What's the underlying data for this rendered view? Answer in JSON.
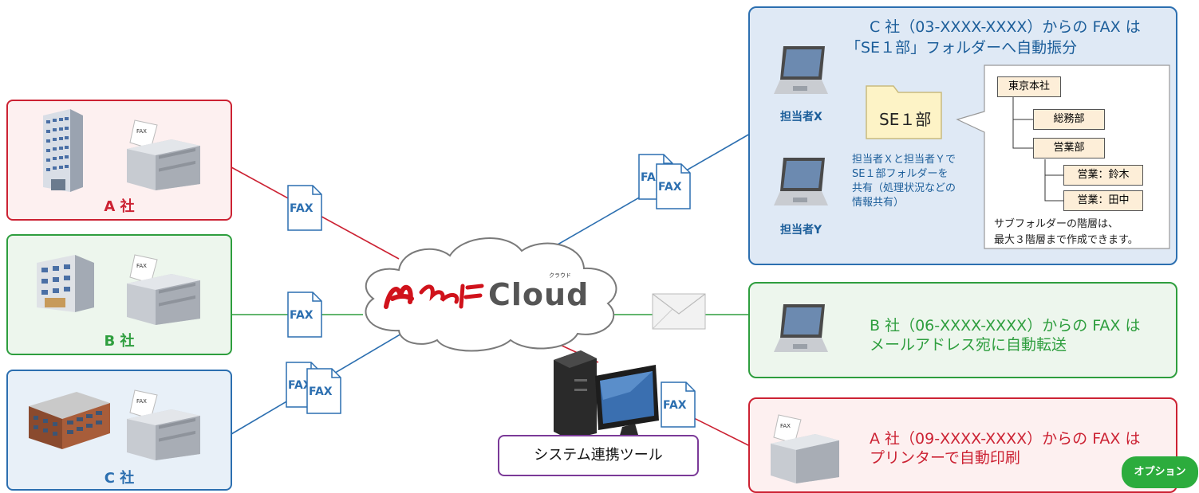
{
  "companies": {
    "a": {
      "label": "A 社"
    },
    "b": {
      "label": "B 社"
    },
    "c": {
      "label": "C 社"
    }
  },
  "fax_icon_label": "FAX",
  "cloud": {
    "brand_cloud": "Cloud",
    "brand_kana": "クラウド"
  },
  "system_tool": {
    "label": "システム連携ツール"
  },
  "c_dest": {
    "line1": "C 社（03-XXXX-XXXX）からの FAX は",
    "line2": "「SE１部」フォルダーへ自動振分",
    "person_x": "担当者X",
    "person_y": "担当者Y",
    "folder_label": "SE１部",
    "share_note": [
      "担当者Ｘと担当者Ｙで",
      "SE１部フォルダーを",
      "共有（処理状況などの",
      "情報共有）"
    ],
    "org": {
      "root": "東京本社",
      "general": "総務部",
      "sales": "営業部",
      "sales_suzuki": "営業：鈴木",
      "sales_tanaka": "営業：田中"
    },
    "sub_note": [
      "サブフォルダーの階層は、",
      "最大３階層まで作成できます。"
    ]
  },
  "b_dest": {
    "line1": "B 社（06-XXXX-XXXX）からの FAX は",
    "line2": "メールアドレス宛に自動転送"
  },
  "a_dest": {
    "line1": "A 社（09-XXXX-XXXX）からの FAX は",
    "line2": "プリンターで自動印刷"
  },
  "option_badge": "オプション",
  "colors": {
    "red": "#cc2233",
    "green": "#2e9e3e",
    "blue": "#2c6fb0",
    "red_bg": "#fdf0f0",
    "green_bg": "#edf6ed",
    "blue_bg": "#e8f0f8",
    "dest_blue_bg": "#dfe9f5",
    "text_blue": "#1c5e9a"
  }
}
